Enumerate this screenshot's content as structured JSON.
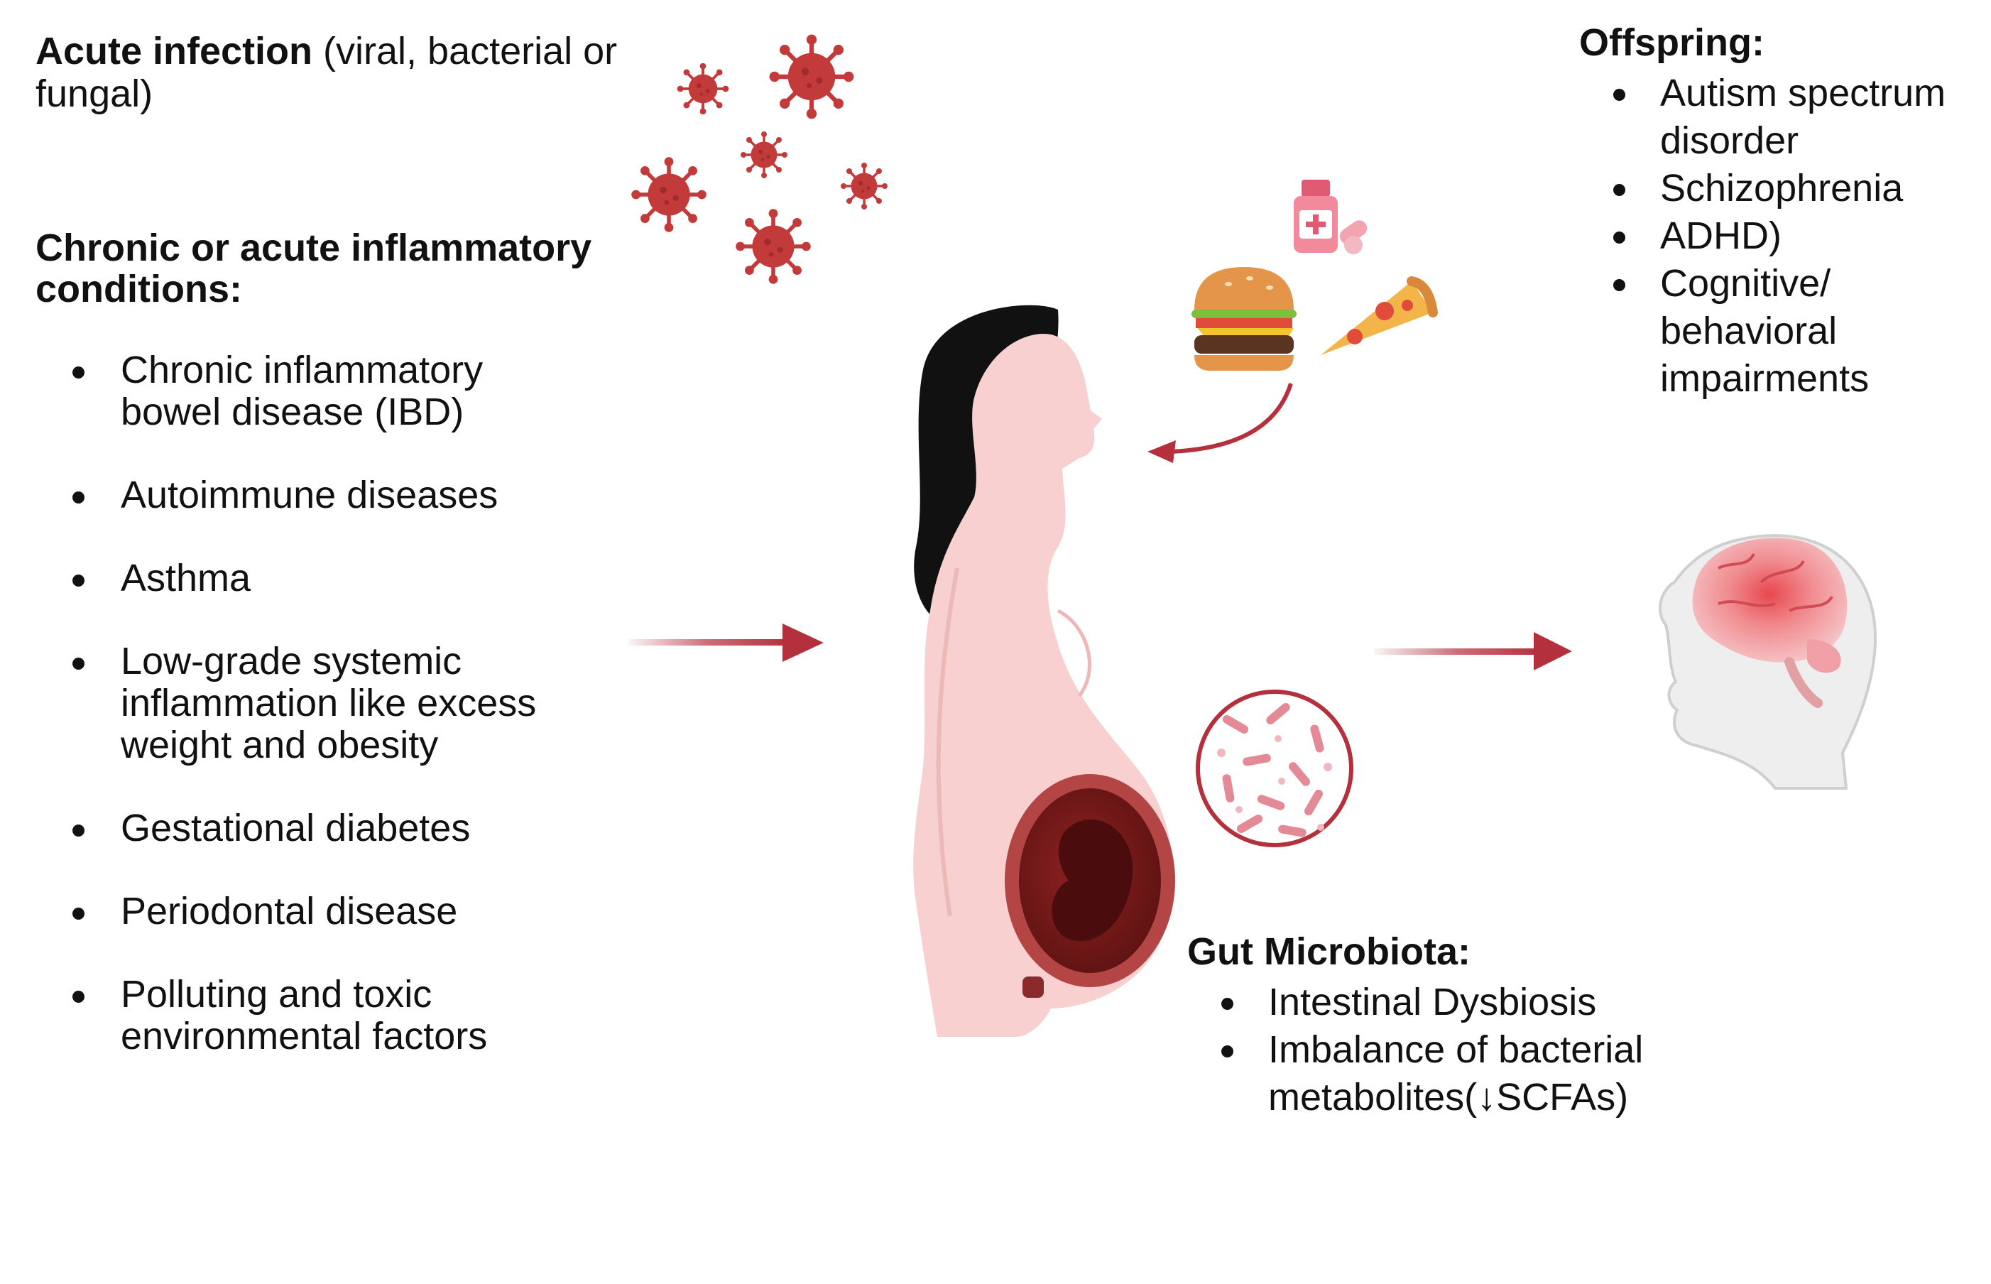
{
  "infection": {
    "bold": "Acute infection",
    "rest": " (viral, bacterial or fungal)"
  },
  "chronic": {
    "heading": "Chronic or acute inflammatory conditions:",
    "items": [
      "Chronic inflammatory bowel disease (IBD)",
      "Autoimmune diseases",
      "Asthma",
      "Low-grade systemic inflammation like excess weight and obesity",
      "Gestational diabetes",
      "Periodontal disease",
      "Polluting and toxic environmental factors"
    ]
  },
  "offspring": {
    "heading": "Offspring:",
    "items": [
      "Autism spectrum disorder",
      "Schizophrenia",
      "ADHD)",
      "Cognitive/ behavioral impairments"
    ]
  },
  "gut": {
    "heading": "Gut Microbiota:",
    "items": [
      "Intestinal Dysbiosis",
      "Imbalance of bacterial metabolites(↓SCFAs)"
    ]
  },
  "colors": {
    "arrow": "#b3303c",
    "virus": "#c23a3a",
    "skin": "#f7d0cf",
    "hair": "#111111",
    "uterus": "#7a1a1a"
  },
  "icons": [
    "virus-icon",
    "medicine-bottle-icon",
    "pills-icon",
    "burger-icon",
    "pizza-icon",
    "bacteria-icon",
    "pregnant-woman-icon",
    "baby-brain-icon"
  ]
}
